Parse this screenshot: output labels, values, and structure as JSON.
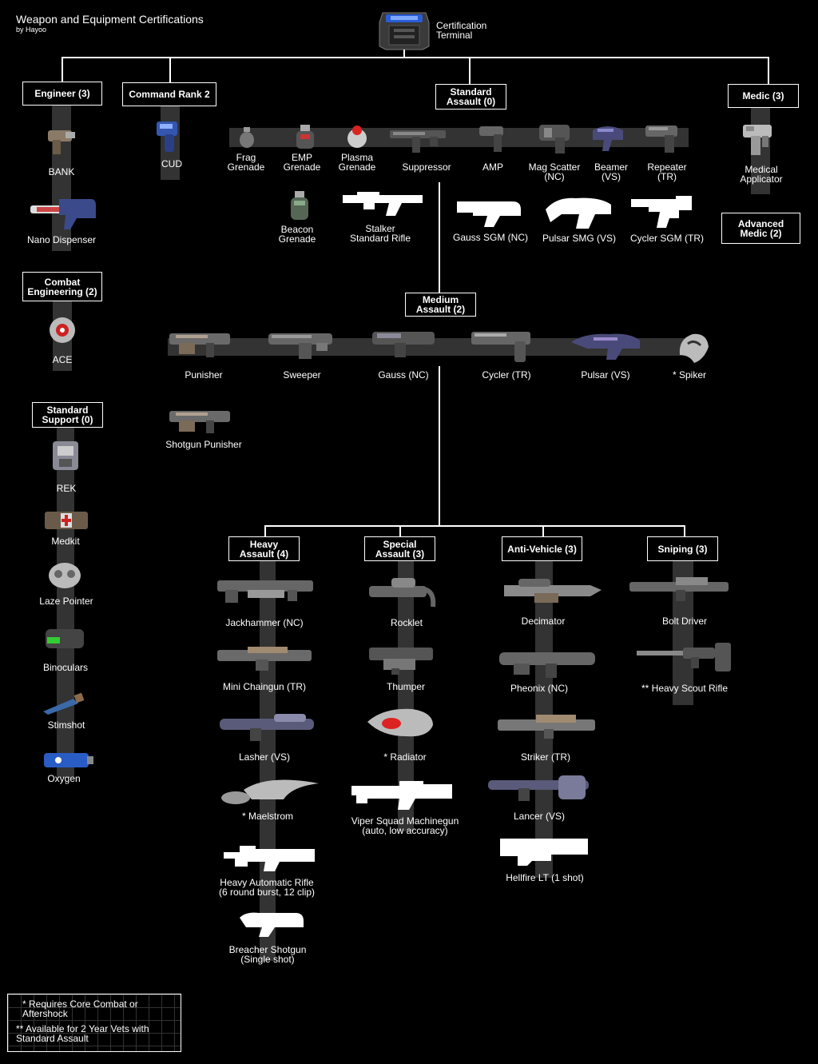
{
  "header": {
    "title": "Weapon and Equipment Certifications",
    "author": "by Hayoo",
    "terminal_label": "Certification\nTerminal"
  },
  "colors": {
    "background": "#000000",
    "lines": "#ffffff",
    "bands": "#333333",
    "terminal_accent": "#2a5cd6"
  },
  "certs": {
    "engineer": "Engineer (3)",
    "command_rank": "Command Rank 2",
    "standard_assault": "Standard\nAssault (0)",
    "medic": "Medic (3)",
    "advanced_medic": "Advanced\nMedic (2)",
    "combat_engineering": "Combat\nEngineering (2)",
    "standard_support": "Standard\nSupport (0)",
    "medium_assault": "Medium\nAssault (2)",
    "heavy_assault": "Heavy\nAssault (4)",
    "special_assault": "Special\nAssault (3)",
    "anti_vehicle": "Anti-Vehicle (3)",
    "sniping": "Sniping (3)"
  },
  "items": {
    "bank": "BANK",
    "nano_dispenser": "Nano Dispenser",
    "ace": "ACE",
    "cud": "CUD",
    "frag_grenade": "Frag\nGrenade",
    "emp_grenade": "EMP\nGrenade",
    "plasma_grenade": "Plasma\nGrenade",
    "suppressor": "Suppressor",
    "amp": "AMP",
    "mag_scatter": "Mag Scatter\n(NC)",
    "beamer": "Beamer\n(VS)",
    "repeater": "Repeater\n(TR)",
    "beacon_grenade": "Beacon\nGrenade",
    "stalker_rifle": "Stalker\nStandard Rifle",
    "gauss_sgm": "Gauss SGM (NC)",
    "pulsar_smg": "Pulsar SMG (VS)",
    "cycler_sgm": "Cycler SGM (TR)",
    "medical_applicator": "Medical\nApplicator",
    "punisher": "Punisher",
    "sweeper": "Sweeper",
    "gauss_nc": "Gauss (NC)",
    "cycler_tr": "Cycler (TR)",
    "pulsar_vs": "Pulsar (VS)",
    "spiker": "* Spiker",
    "shotgun_punisher": "Shotgun Punisher",
    "rek": "REK",
    "medkit": "Medkit",
    "laze_pointer": "Laze Pointer",
    "binoculars": "Binoculars",
    "stimshot": "Stimshot",
    "oxygen": "Oxygen",
    "jackhammer": "Jackhammer (NC)",
    "mini_chaingun": "Mini Chaingun (TR)",
    "lasher": "Lasher (VS)",
    "maelstrom": "* Maelstrom",
    "heavy_auto_rifle": "Heavy Automatic Rifle\n(6 round burst, 12 clip)",
    "breacher": "Breacher Shotgun\n(Single shot)",
    "rocklet": "Rocklet",
    "thumper": "Thumper",
    "radiator": "* Radiator",
    "viper": "Viper Squad Machinegun\n(auto, low accuracy)",
    "decimator": "Decimator",
    "pheonix": "Pheonix (NC)",
    "striker": "Striker (TR)",
    "lancer": "Lancer (VS)",
    "hellfire": "Hellfire LT (1 shot)",
    "bolt_driver": "Bolt Driver",
    "heavy_scout_rifle": "** Heavy Scout Rifle"
  },
  "notes": {
    "note1": "* Requires Core Combat or\n   Aftershock",
    "note2": "** Available for 2 Year Vets with\n    Standard Assault"
  }
}
